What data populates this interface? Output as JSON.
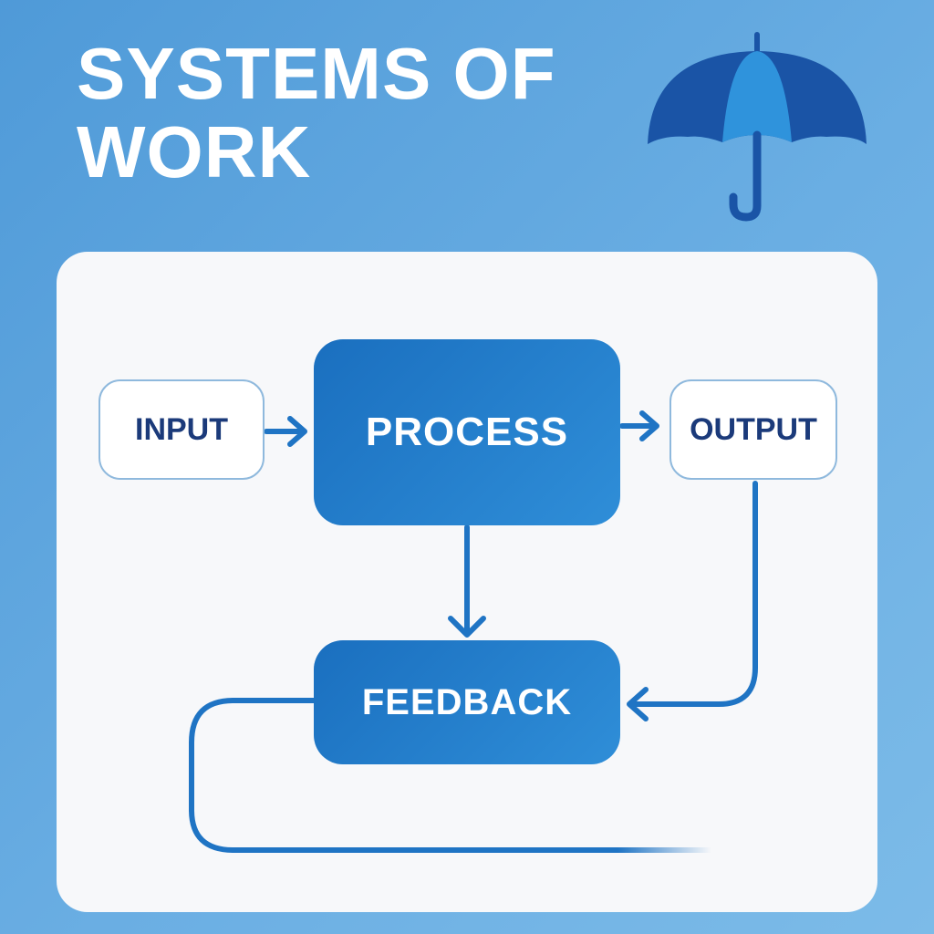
{
  "header": {
    "title_line1": "SYSTEMS OF",
    "title_line2": "WORK"
  },
  "icon": {
    "name": "umbrella-icon",
    "color_dark": "#1a54a6",
    "color_light": "#2f93dc"
  },
  "diagram": {
    "nodes": [
      {
        "id": "input",
        "label": "INPUT"
      },
      {
        "id": "process",
        "label": "PROCESS"
      },
      {
        "id": "output",
        "label": "OUTPUT"
      },
      {
        "id": "feedback",
        "label": "FEEDBACK"
      }
    ],
    "edges": [
      {
        "from": "input",
        "to": "process"
      },
      {
        "from": "process",
        "to": "output"
      },
      {
        "from": "process",
        "to": "feedback"
      },
      {
        "from": "output",
        "to": "feedback"
      },
      {
        "from": "feedback",
        "to": "loop-back"
      }
    ],
    "colors": {
      "accent": "#1f74c4",
      "node_fill": "#1a6fbf",
      "node_border": "#8fb9dd",
      "node_text_dark": "#1b3a7a"
    }
  }
}
